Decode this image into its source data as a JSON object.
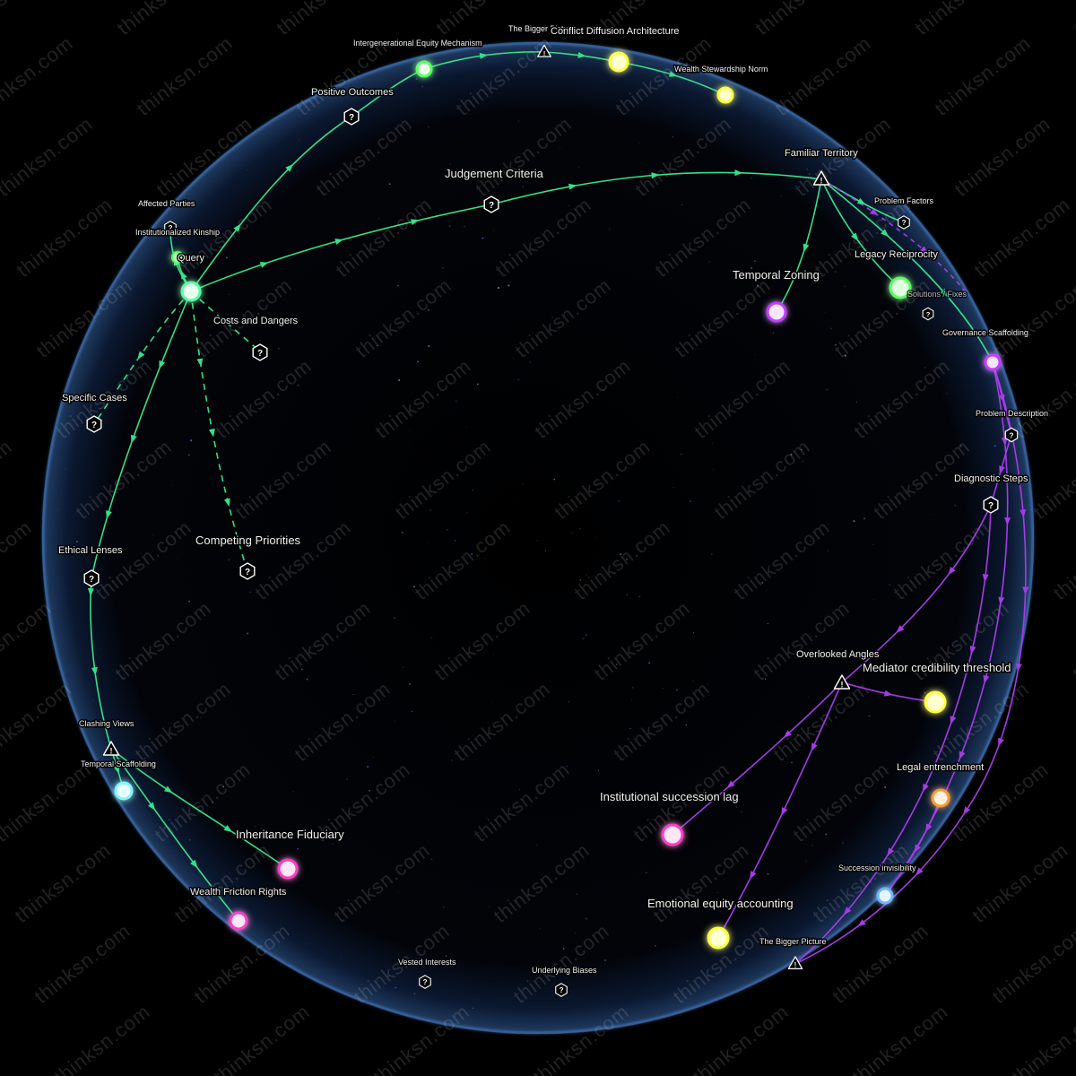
{
  "watermark": "thinksn.com",
  "colors": {
    "green": "#34e08a",
    "violet": "#a43ce6",
    "sphere_edge": "#3d6fb0",
    "node_green": "#58ff5e",
    "node_yellow": "#ffff3a",
    "node_purple": "#c43cff",
    "node_magenta": "#ff3ac8",
    "node_cyan": "#7ff6ff",
    "node_orange": "#ff9a2a",
    "node_blue": "#6ab8ff"
  },
  "labels": {
    "bigger_picture_top": "The Bigger Picture",
    "conflict_diffusion": "Conflict Diffusion Architecture",
    "intergenerational_equity": "Intergenerational Equity Mechanism",
    "wealth_stewardship": "Wealth Stewardship Norm",
    "positive_outcomes": "Positive Outcomes",
    "judgement_criteria": "Judgement Criteria",
    "familiar_territory": "Familiar Territory",
    "problem_factors": "Problem Factors",
    "affected_parties": "Affected Parties",
    "institutionalized_kinship": "Institutionalized Kinship",
    "query": "Query",
    "legacy_reciprocity": "Legacy Reciprocity",
    "solutions_fixes": "Solutions / Fixes",
    "temporal_zoning": "Temporal Zoning",
    "costs_dangers": "Costs and Dangers",
    "governance_scaffolding": "Governance Scaffolding",
    "specific_cases": "Specific Cases",
    "problem_description": "Problem Description",
    "diagnostic_steps": "Diagnostic Steps",
    "ethical_lenses": "Ethical Lenses",
    "competing_priorities": "Competing Priorities",
    "overlooked_angles": "Overlooked Angles",
    "mediator_credibility": "Mediator credibility threshold",
    "clashing_views": "Clashing Views",
    "temporal_scaffolding": "Temporal Scaffolding",
    "legal_entrenchment": "Legal entrenchment",
    "institutional_succession": "Institutional succession lag",
    "inheritance_fiduciary": "Inheritance Fiduciary",
    "wealth_friction": "Wealth Friction Rights",
    "succession_invisibility": "Succession invisibility",
    "emotional_equity": "Emotional equity accounting",
    "bigger_picture_bottom": "The Bigger Picture",
    "vested_interests": "Vested Interests",
    "underlying_biases": "Underlying Biases"
  }
}
